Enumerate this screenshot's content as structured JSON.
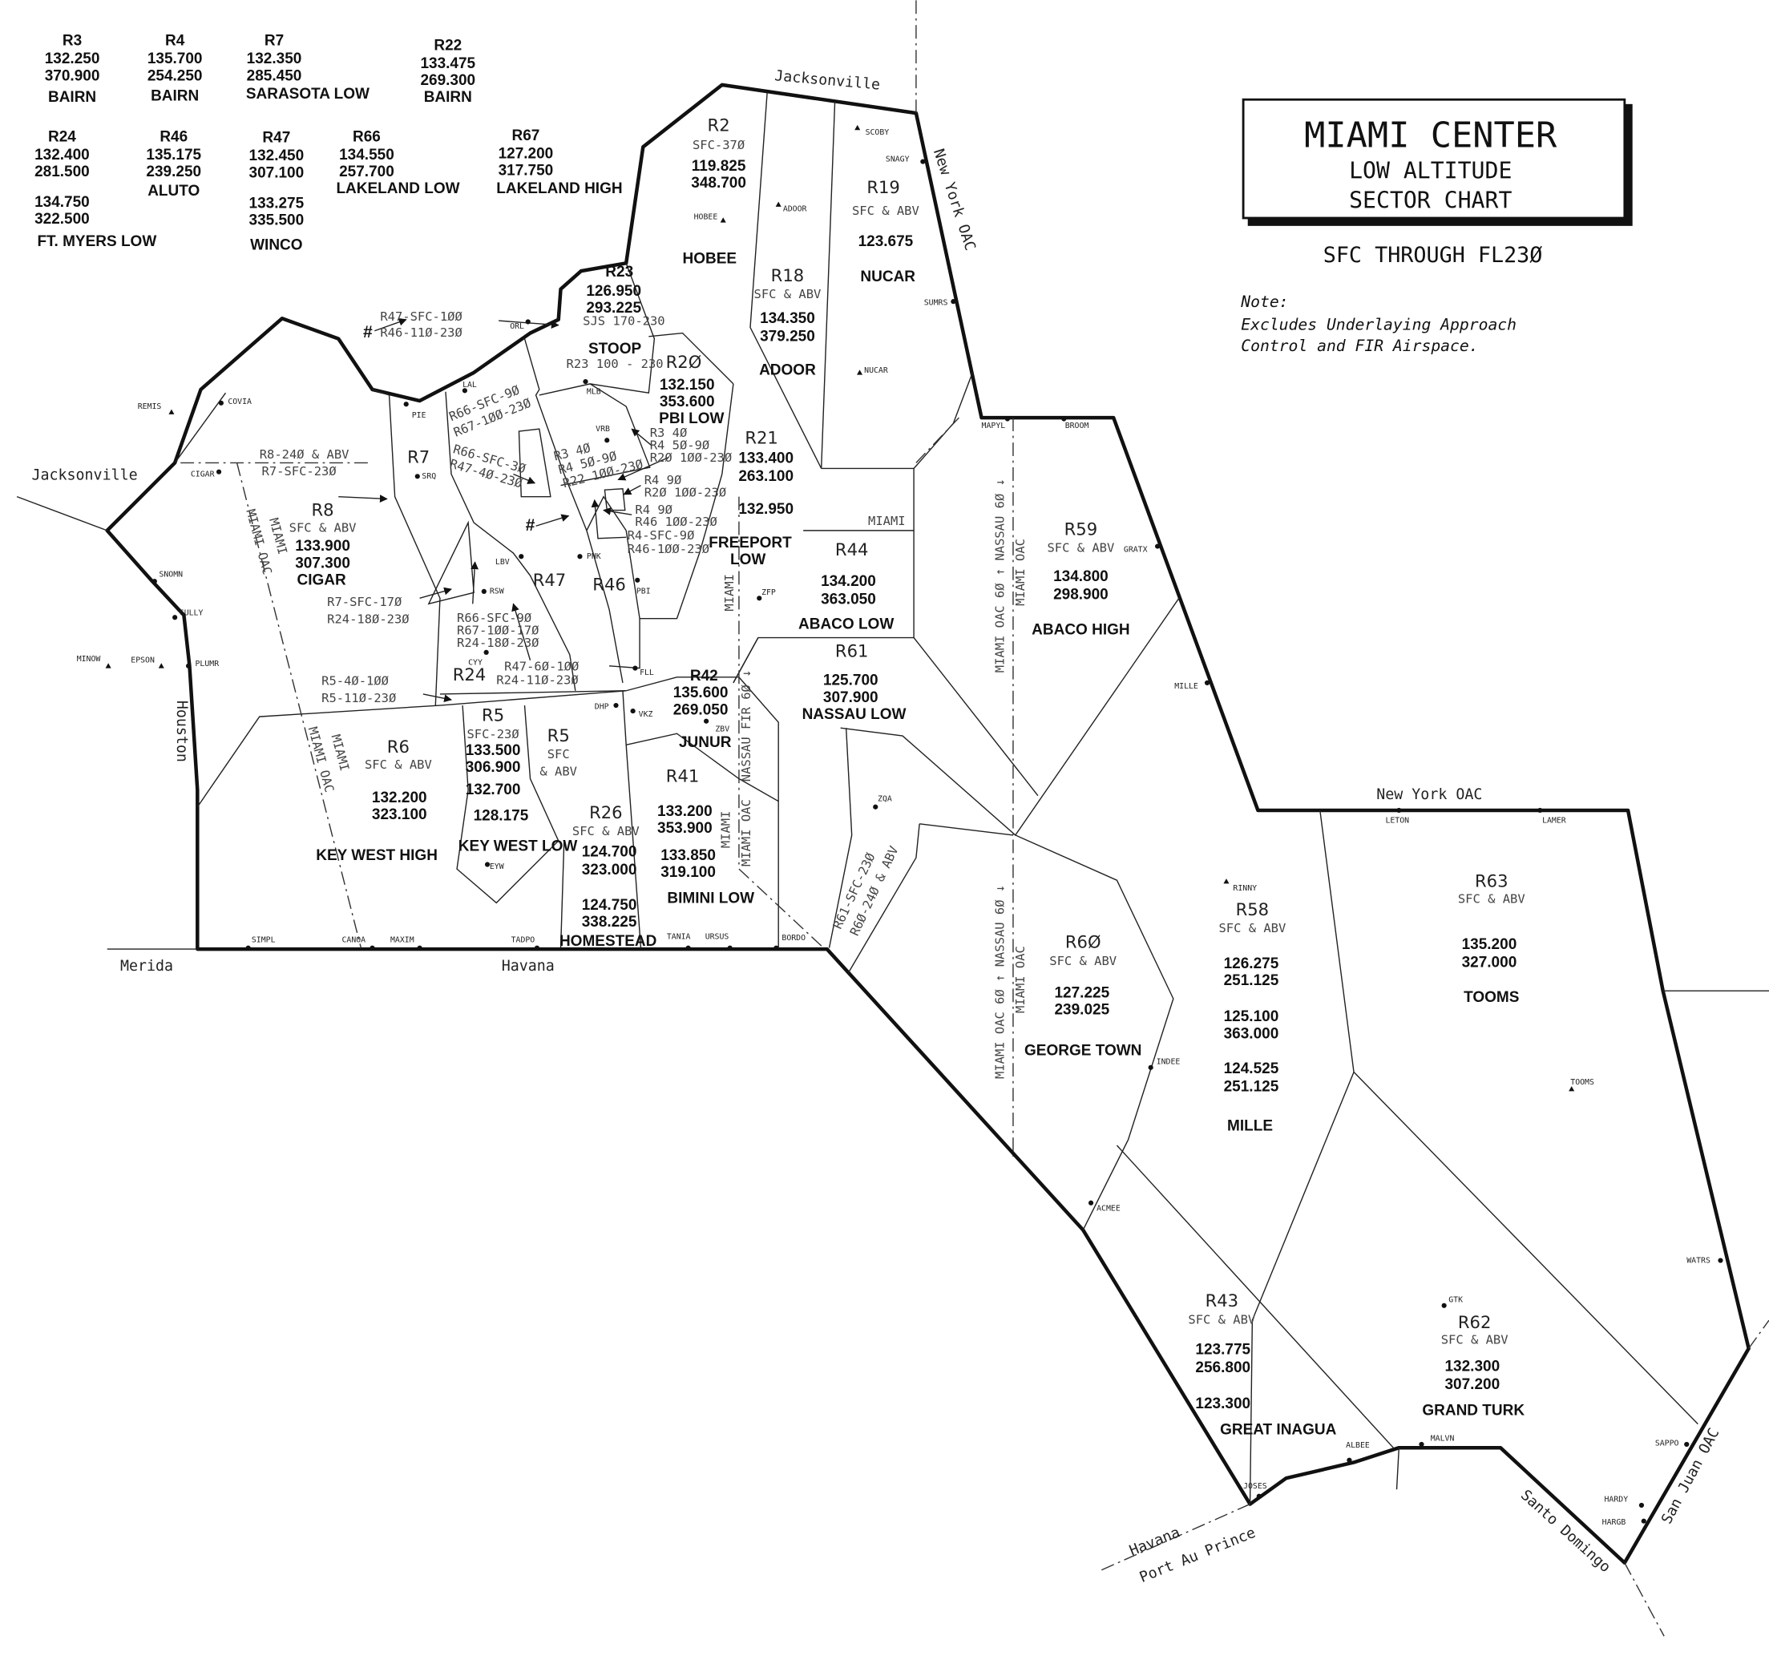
{
  "title": {
    "line1": "MIAMI CENTER",
    "line2": "LOW ALTITUDE",
    "line3": "SECTOR CHART",
    "subtitle": "SFC THROUGH FL23Ø",
    "note_label": "Note:",
    "note_line1": "Excludes Underlaying Approach",
    "note_line2": "Control and FIR Airspace."
  },
  "boundaries": {
    "jacksonville_north": "Jacksonville",
    "jacksonville_west": "Jacksonville",
    "new_york_oac_north": "New York OAC",
    "houston": "Houston",
    "merida": "Merida",
    "havana_south": "Havana",
    "new_york_oac_east": "New York OAC",
    "havana_southeast": "Havana",
    "port_au_prince": "Port Au Prince",
    "santo_domingo": "Santo Domingo",
    "san_juan_oac": "San Juan OAC"
  },
  "freq_table": [
    {
      "sector": "R3",
      "freqs": [
        "132.250",
        "370.900"
      ],
      "name": "BAIRN"
    },
    {
      "sector": "R4",
      "freqs": [
        "135.700",
        "254.250"
      ],
      "name": "BAIRN"
    },
    {
      "sector": "R7",
      "freqs": [
        "132.350",
        "285.450"
      ],
      "name": "SARASOTA LOW"
    },
    {
      "sector": "R22",
      "freqs": [
        "133.475",
        "269.300"
      ],
      "name": "BAIRN"
    },
    {
      "sector": "R24",
      "freqs": [
        "132.400",
        "281.500",
        "134.750",
        "322.500"
      ],
      "name": "FT. MYERS LOW"
    },
    {
      "sector": "R46",
      "freqs": [
        "135.175",
        "239.250"
      ],
      "name": "ALUTO"
    },
    {
      "sector": "R47",
      "freqs": [
        "132.450",
        "307.100",
        "133.275",
        "335.500"
      ],
      "name": "WINCO"
    },
    {
      "sector": "R66",
      "freqs": [
        "134.550",
        "257.700"
      ],
      "name": "LAKELAND LOW"
    },
    {
      "sector": "R67",
      "freqs": [
        "127.200",
        "317.750"
      ],
      "name": "LAKELAND HIGH"
    }
  ],
  "sectors": {
    "R2": {
      "id": "R2",
      "alt": "SFC-37Ø",
      "freqs": [
        "119.825",
        "348.700"
      ],
      "name": "HOBEE"
    },
    "R18": {
      "id": "R18",
      "alt": "SFC & ABV",
      "freqs": [
        "134.350",
        "379.250"
      ],
      "name": "ADOOR"
    },
    "R19": {
      "id": "R19",
      "alt": "SFC & ABV",
      "freqs": [
        "123.675"
      ],
      "name": "NUCAR"
    },
    "R23": {
      "id": "R23",
      "freqs": [
        "126.950",
        "293.225"
      ],
      "note": "SJS 170-230",
      "name": "STOOP",
      "alt": "R23 100 - 230"
    },
    "R20": {
      "id": "R2Ø",
      "freqs": [
        "132.150",
        "353.600"
      ],
      "name": "PBI LOW"
    },
    "R21": {
      "id": "R21",
      "freqs": [
        "133.400",
        "263.100",
        "132.950"
      ],
      "name1": "FREEPORT",
      "name2": "LOW"
    },
    "R44": {
      "id": "R44",
      "freqs": [
        "134.200",
        "363.050"
      ],
      "name": "ABACO LOW"
    },
    "R61": {
      "id": "R61",
      "freqs": [
        "125.700",
        "307.900"
      ],
      "name": "NASSAU LOW"
    },
    "R59": {
      "id": "R59",
      "alt": "SFC & ABV",
      "freqs": [
        "134.800",
        "298.900"
      ],
      "name": "ABACO HIGH"
    },
    "R60": {
      "id": "R6Ø",
      "alt": "SFC & ABV",
      "freqs": [
        "127.225",
        "239.025"
      ],
      "name": "GEORGE TOWN"
    },
    "R58": {
      "id": "R58",
      "alt": "SFC & ABV",
      "freqs": [
        "126.275",
        "251.125",
        "125.100",
        "363.000",
        "124.525",
        "251.125"
      ],
      "name": "MILLE"
    },
    "R63": {
      "id": "R63",
      "alt": "SFC & ABV",
      "freqs": [
        "135.200",
        "327.000"
      ],
      "name": "TOOMS"
    },
    "R62": {
      "id": "R62",
      "alt": "SFC & ABV",
      "freqs": [
        "132.300",
        "307.200"
      ],
      "name": "GRAND TURK"
    },
    "R43": {
      "id": "R43",
      "alt": "SFC & ABV",
      "freqs": [
        "123.775",
        "256.800",
        "123.300"
      ],
      "name": "GREAT INAGUA"
    },
    "R42": {
      "id": "R42",
      "freqs": [
        "135.600",
        "269.050"
      ],
      "name": "JUNUR"
    },
    "R41": {
      "id": "R41",
      "freqs": [
        "133.200",
        "353.900",
        "133.850",
        "319.100"
      ],
      "name": "BIMINI LOW"
    },
    "R26": {
      "id": "R26",
      "alt": "SFC & ABV",
      "freqs": [
        "124.700",
        "323.000",
        "124.750",
        "338.225"
      ],
      "name": "HOMESTEAD"
    },
    "R5_low": {
      "id": "R5",
      "alt": "SFC-23Ø",
      "freqs": [
        "133.500",
        "306.900",
        "132.700",
        "128.175"
      ],
      "name": "KEY WEST LOW"
    },
    "R5_high": {
      "id": "R5",
      "alt1": "SFC",
      "alt2": "& ABV"
    },
    "R6": {
      "id": "R6",
      "alt": "SFC & ABV",
      "freqs": [
        "132.200",
        "323.100"
      ],
      "name": "KEY WEST HIGH"
    },
    "R8": {
      "id": "R8",
      "alt": "SFC & ABV",
      "freqs": [
        "133.900",
        "307.300"
      ],
      "name": "CIGAR"
    },
    "R7": {
      "id": "R7"
    },
    "R47": {
      "id": "R47"
    },
    "R46": {
      "id": "R46"
    },
    "R24": {
      "id": "R24"
    }
  },
  "annotations": [
    "R47-SFC-1ØØ",
    "R46-11Ø-23Ø",
    "#",
    "R8-24Ø & ABV",
    "R7-SFC-23Ø",
    "R7-SFC-17Ø",
    "R24-18Ø-23Ø",
    "R5-4Ø-1ØØ",
    "R5-11Ø-23Ø",
    "R66-SFC-9Ø",
    "R67-1ØØ-23Ø",
    "R66-SFC-3Ø",
    "R47-4Ø-23Ø",
    "R3  4Ø",
    "R4  5Ø-9Ø",
    "R22 1ØØ-23Ø",
    "R3  4Ø",
    "R4  5Ø-9Ø",
    "R2Ø 1ØØ-23Ø",
    "R4  9Ø",
    "R2Ø 1ØØ-23Ø",
    "R4  9Ø",
    "R46 1ØØ-23Ø",
    "R4-SFC-9Ø",
    "R46-1ØØ-23Ø",
    "#",
    "R66-SFC-9Ø",
    "R67-1ØØ-17Ø",
    "R24-18Ø-23Ø",
    "R47-6Ø-1ØØ",
    "R24-11Ø-23Ø",
    "R61-SFC-23Ø",
    "R6Ø-24Ø & ABV"
  ],
  "fir_labels": [
    "MIAMI",
    "MIAMI OAC",
    "MIAMI",
    "MIAMI OAC",
    "MIAMI",
    "MIAMI",
    "MIAMI OAC",
    "NASSAU FIR 6Ø ↓",
    "MIAMI OAC 6Ø ↑  NASSAU 6Ø ↓",
    "MIAMI OAC",
    "MIAMI OAC 6Ø ↑  NASSAU 6Ø ↓",
    "MIAMI OAC",
    "MIAMI"
  ],
  "fixes": [
    "REMIS",
    "COVIA",
    "CIGAR",
    "SNOMN",
    "CULLY",
    "MINOW",
    "EPSON",
    "PLUMR",
    "SRQ",
    "PIE",
    "LAL",
    "ORL",
    "MLB",
    "VRB",
    "LBV",
    "RSW",
    "CYY",
    "PHK",
    "PBI",
    "FLL",
    "DHP",
    "VKZ",
    "ZBV",
    "HOBEE",
    "ADOOR",
    "SCOBY",
    "SNAGY",
    "SUMRS",
    "NUCAR",
    "ZFP",
    "MAPYL",
    "BROOM",
    "GRATX",
    "MILLE",
    "ZQA",
    "RINNY",
    "LETON",
    "LAMER",
    "TOOMS",
    "INDEE",
    "ACMEE",
    "WATRS",
    "GTK",
    "SAPPO",
    "HARDY",
    "HARGB",
    "JOSES",
    "ALBEE",
    "MALVN",
    "EYW",
    "SIMPL",
    "CANOA",
    "MAXIM",
    "TADPO",
    "TANIA",
    "URSUS",
    "BORDO"
  ]
}
